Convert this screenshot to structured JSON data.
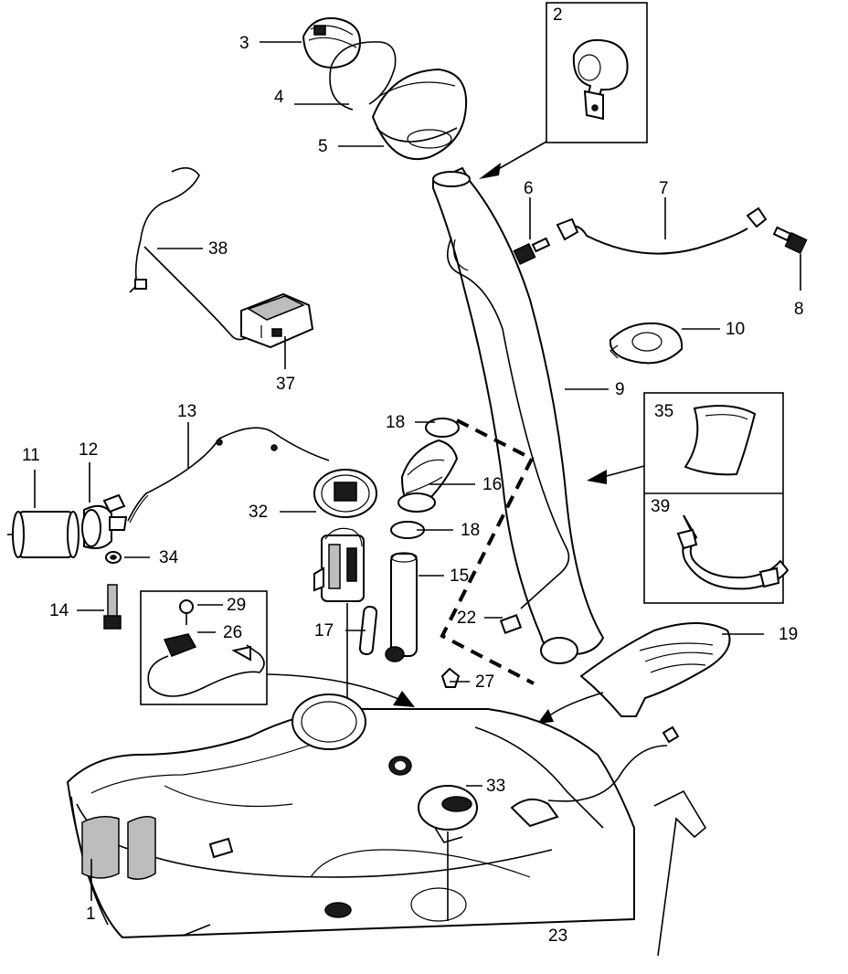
{
  "labels": {
    "l1": "1",
    "l2": "2",
    "l3": "3",
    "l4": "4",
    "l5": "5",
    "l6": "6",
    "l7": "7",
    "l8": "8",
    "l9": "9",
    "l10": "10",
    "l11": "11",
    "l12": "12",
    "l13": "13",
    "l14": "14",
    "l15": "15",
    "l16": "16",
    "l17": "17",
    "l18a": "18",
    "l18b": "18",
    "l19": "19",
    "l22": "22",
    "l23": "23",
    "l26": "26",
    "l27": "27",
    "l29": "29",
    "l32": "32",
    "l33": "33",
    "l34": "34",
    "l35": "35",
    "l37": "37",
    "l38": "38",
    "l39": "39"
  }
}
